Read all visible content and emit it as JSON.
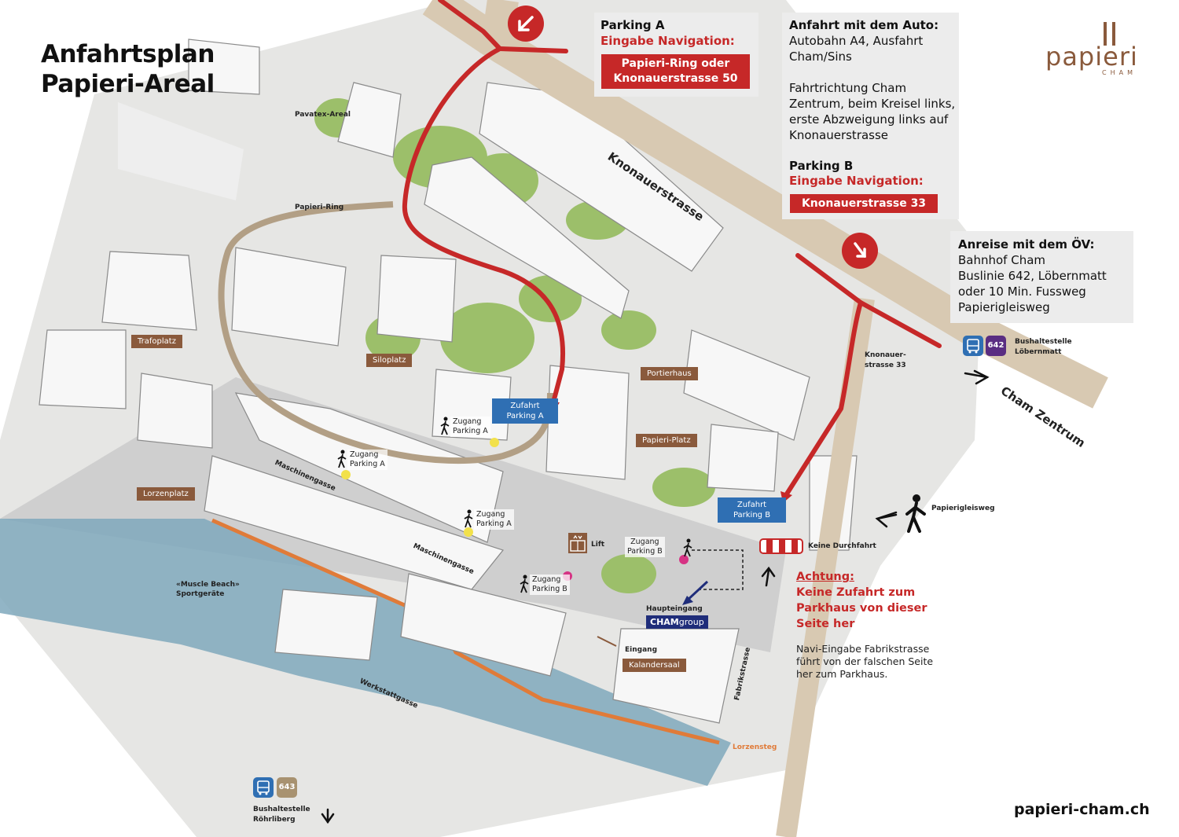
{
  "title": {
    "line1": "Anfahrtsplan",
    "line2": "Papieri-Areal"
  },
  "logo": {
    "word": "papieri",
    "sub": "CHAM",
    "brand_color": "#8a5a3c"
  },
  "parking_a_panel": {
    "heading": "Parking A",
    "subheading": "Eingabe Navigation:",
    "button_line1": "Papieri-Ring oder",
    "button_line2": "Knonauerstrasse 50"
  },
  "car_panel": {
    "heading": "Anfahrt mit dem Auto:",
    "lines": [
      "Autobahn A4, Ausfahrt",
      "Cham/Sins",
      "",
      "Fahrtrichtung Cham",
      "Zentrum, beim Kreisel links,",
      "erste Abzweigung links auf",
      "Knonauerstrasse"
    ],
    "parking_b_heading": "Parking B",
    "parking_b_subheading": "Eingabe Navigation:",
    "parking_b_button": "Knonauerstrasse 33"
  },
  "ov_panel": {
    "heading": "Anreise mit dem ÖV:",
    "lines": [
      "Bahnhof Cham",
      "Buslinie 642, Löbernmatt",
      "oder 10 Min. Fussweg",
      "Papierigleisweg"
    ]
  },
  "bus_stops": {
    "loebernmatt": {
      "line": "642",
      "name_line1": "Bushaltestelle",
      "name_line2": "Löbernmatt",
      "color": "#5a2d82"
    },
    "roehrliberg": {
      "line": "643",
      "name_line1": "Bushaltestelle",
      "name_line2": "Röhrliberg",
      "color": "#a89270"
    }
  },
  "streets": {
    "knonauerstrasse": "Knonauerstrasse",
    "cham_zentrum": "Cham Zentrum",
    "knonauer33_line1": "Knonauer-",
    "knonauer33_line2": "strasse 33",
    "papieri_ring": "Papieri-Ring",
    "pavatex": "Pavatex-Areal",
    "maschinengasse_1": "Maschinengasse",
    "maschinengasse_2": "Maschinengasse",
    "werkstattgasse": "Werkstattgasse",
    "fabrikstrasse": "Fabrikstrasse",
    "papierigleisweg": "Papierigleisweg",
    "lorzensteg": "Lorzensteg",
    "muscle_beach_line1": "«Muscle Beach»",
    "muscle_beach_line2": "Sportgeräte",
    "keine_durchfahrt": "Keine Durchfahrt",
    "lift": "Lift",
    "haupteingang": "Haupteingang",
    "cham_group_a": "CHAM",
    "cham_group_b": "group",
    "eingang": "Eingang"
  },
  "places": {
    "trafoplatz": "Trafoplatz",
    "siloplatz": "Siloplatz",
    "portierhaus": "Portierhaus",
    "papieri_platz": "Papieri-Platz",
    "lorzenplatz": "Lorzenplatz",
    "kalandersaal": "Kalandersaal"
  },
  "zufahrt": {
    "a_line1": "Zufahrt",
    "a_line2": "Parking A",
    "b_line1": "Zufahrt",
    "b_line2": "Parking B"
  },
  "zugang": [
    {
      "line1": "Zugang",
      "line2": "Parking A"
    },
    {
      "line1": "Zugang",
      "line2": "Parking A"
    },
    {
      "line1": "Zugang",
      "line2": "Parking A"
    },
    {
      "line1": "Zugang",
      "line2": "Parking B"
    },
    {
      "line1": "Zugang",
      "line2": "Parking B"
    }
  ],
  "warning": {
    "lines": [
      "Achtung:",
      "Keine Zufahrt zum",
      "Parkhaus von dieser",
      "Seite her"
    ],
    "note": [
      "Navi-Eingabe Fabrikstrasse",
      "führt von der falschen Seite",
      "her zum Parkhaus."
    ]
  },
  "website": "papieri-cham.ch",
  "colors": {
    "route_red": "#c62828",
    "road_beige": "#d8c9b2",
    "water_blue": "#7fa8bc",
    "lorzensteg_orange": "#e07b39",
    "greenery": "#9cbf6a",
    "zugang_a_dot": "#f2e14a",
    "zugang_b_dot": "#d63384"
  }
}
